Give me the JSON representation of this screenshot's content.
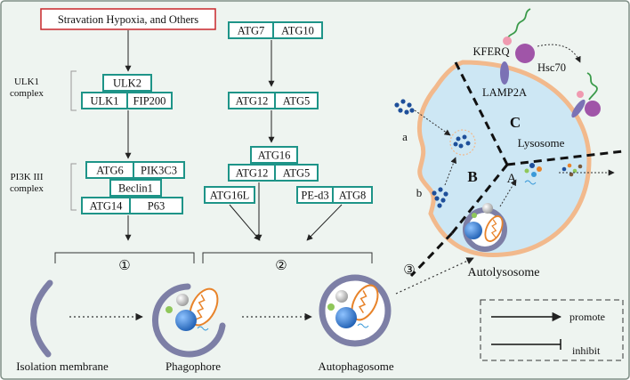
{
  "trigger": "Stravation Hypoxia, and Others",
  "complexes": {
    "ulk1": {
      "name_line1": "ULK1",
      "name_line2": "complex",
      "row1": [
        "ULK2"
      ],
      "row2": [
        "ULK1",
        "FIP200"
      ]
    },
    "pi3k": {
      "name_line1": "PI3K III",
      "name_line2": "complex",
      "row1": [
        "ATG6",
        "PIK3C3"
      ],
      "row2": [
        "Beclin1"
      ],
      "row3": [
        "ATG14",
        "P63"
      ]
    }
  },
  "conjugation": {
    "top": [
      "ATG7",
      "ATG10"
    ],
    "mid": [
      "ATG12",
      "ATG5"
    ],
    "group_row1": [
      "ATG16"
    ],
    "group_row2": [
      "ATG12",
      "ATG5"
    ],
    "atg16l": "ATG16L",
    "pe_row": [
      "PE-d3",
      "ATG8"
    ]
  },
  "steps": {
    "one": "①",
    "two": "②",
    "three": "③"
  },
  "stages": {
    "isolation": "Isolation membrane",
    "phagophore": "Phagophore",
    "autophagosome": "Autophagosome",
    "autolysosome": "Autolysosome"
  },
  "lysosome": {
    "label": "Lysosome",
    "kferq": "KFERQ",
    "hsc70": "Hsc70",
    "lamp2a": "LAMP2A",
    "sector_a": "A",
    "sector_b": "B",
    "sector_c": "C",
    "path_a": "a",
    "path_b": "b"
  },
  "legend": {
    "promote": "promote",
    "inhibit": "inhibit"
  },
  "colors": {
    "background": "#eef4f0",
    "box_border": "#1e9488",
    "trigger_border": "#c8262a",
    "membrane": "#7d7fa6",
    "lysosome_fill": "#cde7f4",
    "lysosome_rim": "#f2b98c",
    "mitochondria": "#e8832a",
    "nucleus": "#2f6fc1",
    "vesicle": "#8fc75a",
    "hsc70": "#a055a8",
    "lamp2a": "#7b72b5",
    "dots": "#1e4f9a"
  }
}
